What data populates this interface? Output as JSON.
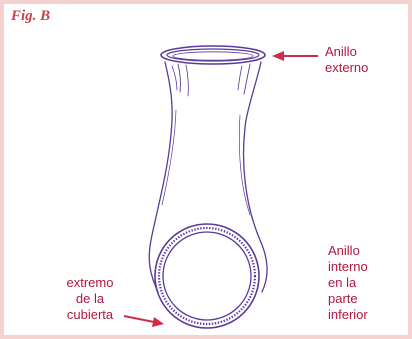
{
  "figure": {
    "label": "Fig. B"
  },
  "labels": {
    "outer_ring": [
      "Anillo",
      "externo"
    ],
    "inner_ring": [
      "Anillo",
      "interno",
      "en la",
      "parte",
      "inferior"
    ],
    "closed_end": [
      "extremo",
      "de la",
      "cubierta"
    ]
  },
  "colors": {
    "label_text": "#b0173f",
    "figure_label": "#c8434b",
    "frame_border": "#f4d2d0",
    "outline": "#5a3a9a",
    "arrow": "#d22a4a"
  }
}
